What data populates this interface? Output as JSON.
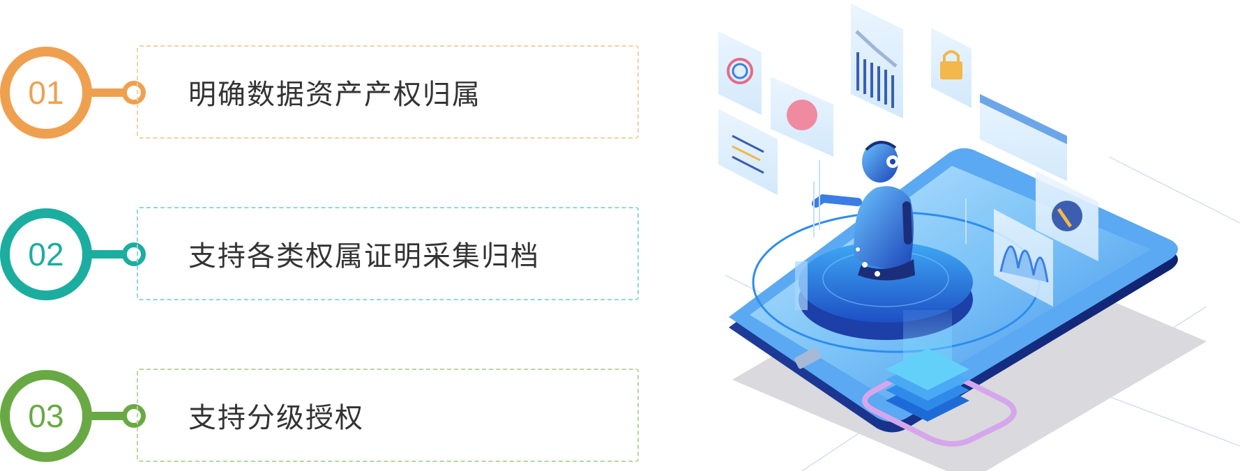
{
  "features": [
    {
      "number": "01",
      "label": "明确数据资产产权归属",
      "color": "#EFA04F",
      "dash": "#F6CFA3"
    },
    {
      "number": "02",
      "label": "支持各类权属证明采集归档",
      "color": "#1BADA0",
      "dash": "#8FD9D1"
    },
    {
      "number": "03",
      "label": "支持分级授权",
      "color": "#69A944",
      "dash": "#B5D89D"
    }
  ],
  "illustration": {
    "device_color": "#2F6BE0",
    "screen_color": "#5EB3F5",
    "accent_color": "#8FD0FF"
  }
}
